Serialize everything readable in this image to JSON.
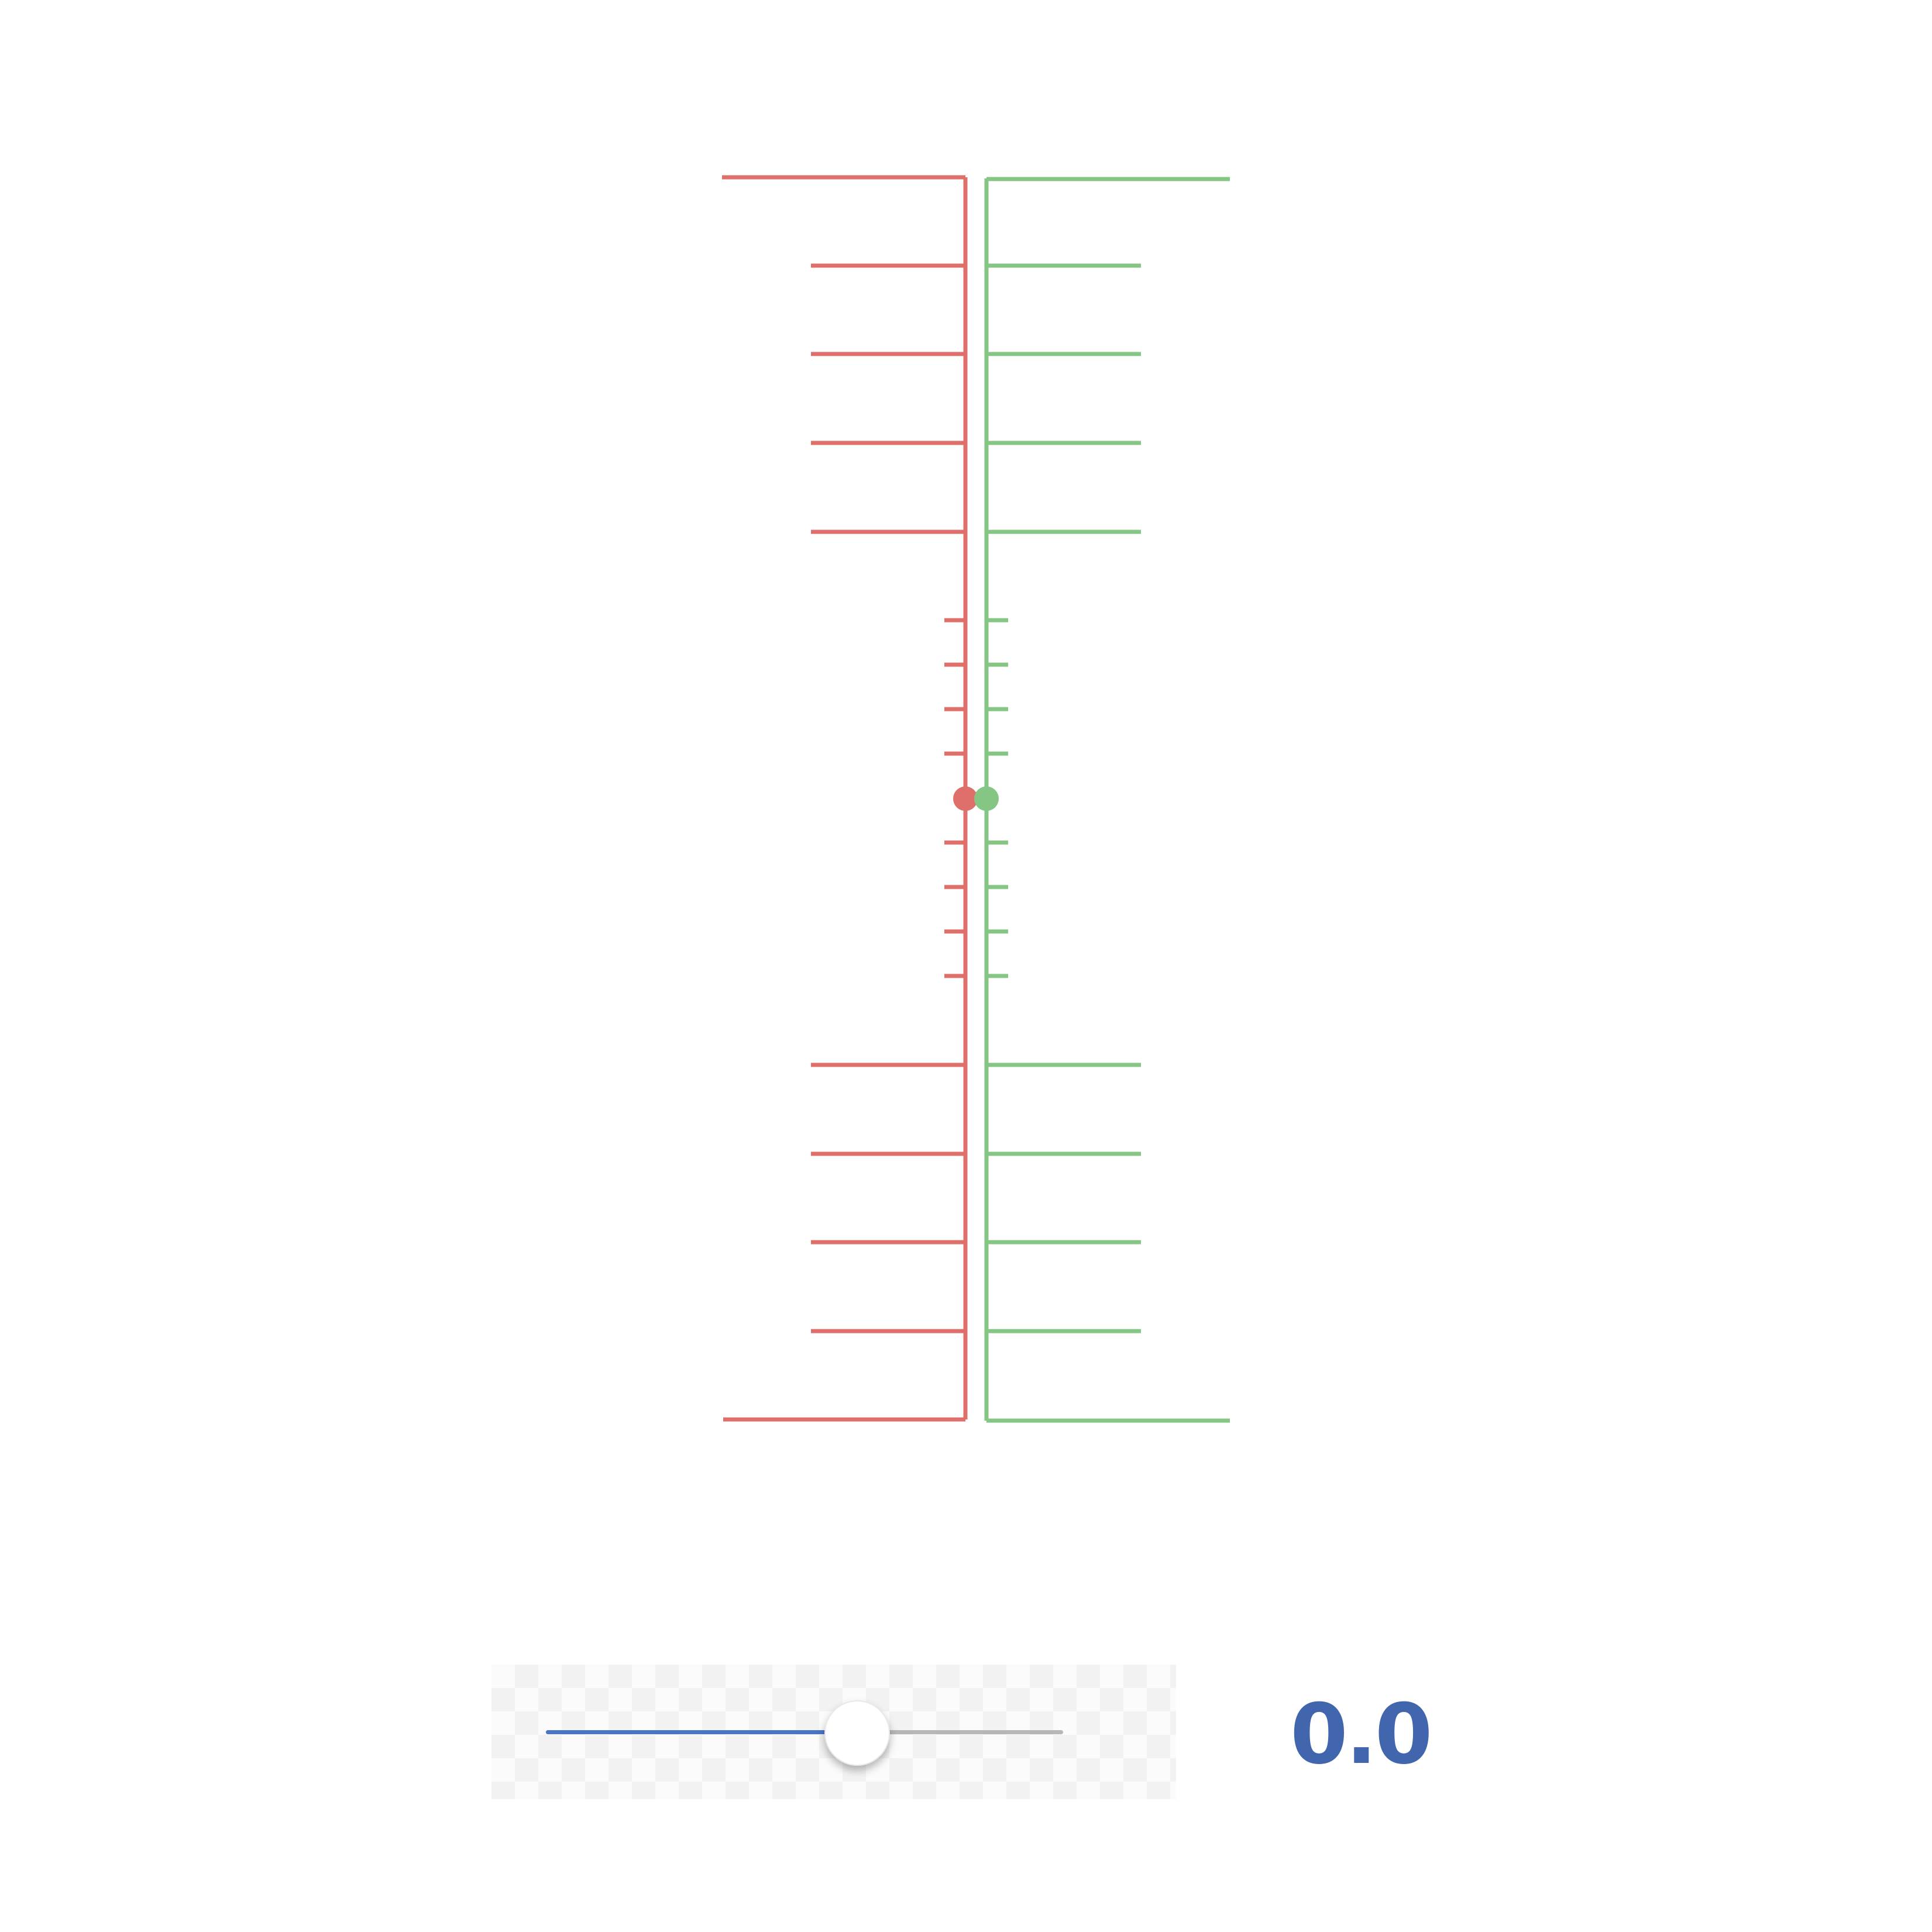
{
  "colors": {
    "left_scale": "#de6f6a",
    "right_scale": "#86c685",
    "slider_fill": "#4a74c4",
    "slider_track": "#b7b7b7",
    "readout": "#4166ad"
  },
  "slider": {
    "value": 0.0,
    "min": -1.0,
    "max": 1.0,
    "fill_fraction": 0.6
  },
  "readout": {
    "value_text": "0.0"
  },
  "scales": {
    "left_marker_value": 0.0,
    "right_marker_value": 0.0
  }
}
